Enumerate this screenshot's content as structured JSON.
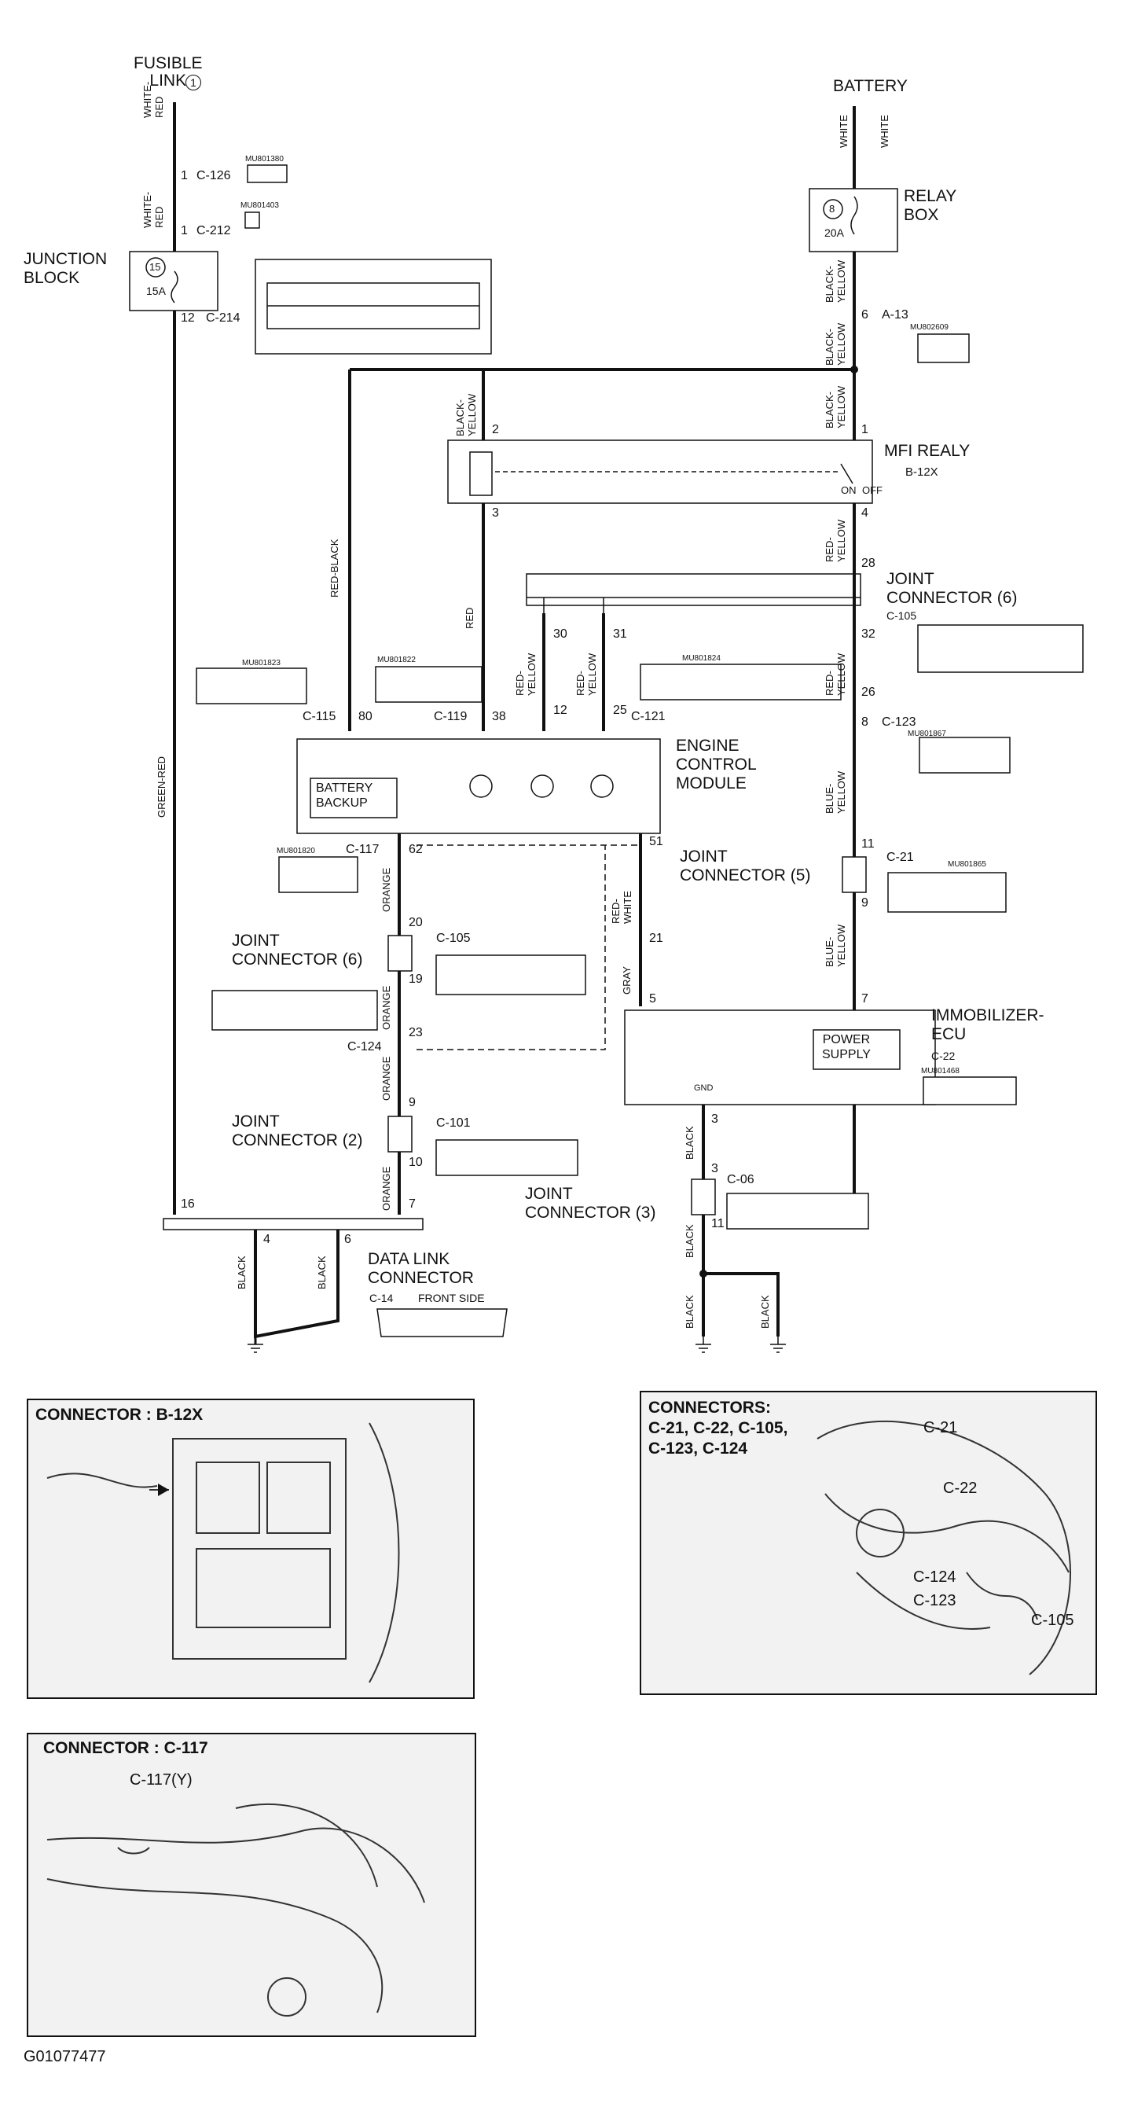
{
  "figure_id": "G01077477",
  "top_labels": {
    "fusible_link": "FUSIBLE\nLINK",
    "fusible_link_num": "1",
    "battery": "BATTERY",
    "relay_box": "RELAY\nBOX",
    "relay_fuse_num": "8",
    "relay_fuse_amp": "20A",
    "junction_block": "JUNCTION\nBLOCK",
    "jb_fuse_num": "15",
    "jb_fuse_amp": "15A",
    "mfi_relay": "MFI REALY",
    "mfi_relay_conn": "B-12X",
    "on": "ON",
    "off": "OFF",
    "ecm": "ENGINE\nCONTROL\nMODULE",
    "battery_backup": "BATTERY\nBACKUP",
    "jc6_top": "JOINT\nCONNECTOR (6)",
    "jc6_top_conn": "C-105",
    "jc5": "JOINT\nCONNECTOR (5)",
    "jc6_left": "JOINT\nCONNECTOR (6)",
    "jc2": "JOINT\nCONNECTOR (2)",
    "jc3": "JOINT\nCONNECTOR (3)",
    "immobilizer": "IMMOBILIZER-\nECU",
    "immobilizer_conn": "C-22",
    "power_supply": "POWER\nSUPPLY",
    "gnd": "GND",
    "dlc": "DATA LINK\nCONNECTOR",
    "dlc_conn": "C-14",
    "front_side": "FRONT SIDE"
  },
  "wire_colors": {
    "white_red": "WHITE-\nRED",
    "white": "WHITE",
    "black_yellow": "BLACK-\nYELLOW",
    "red_black": "RED-BLACK",
    "red": "RED",
    "red_yellow": "RED-\nYELLOW",
    "green_red": "GREEN-RED",
    "orange": "ORANGE",
    "red_white": "RED-\nWHITE",
    "gray": "GRAY",
    "blue_yellow": "BLUE-\nYELLOW",
    "black": "BLACK"
  },
  "connectors": {
    "c126": "C-126",
    "c212": "C-212",
    "c214": "C-214",
    "a13": "A-13",
    "c115": "C-115",
    "c119": "C-119",
    "c121": "C-121",
    "c123": "C-123",
    "c117": "C-117",
    "c105": "C-105",
    "c124": "C-124",
    "c101": "C-101",
    "c21": "C-21",
    "c06": "C-06"
  },
  "part_codes": {
    "mu801380": "MU801380",
    "mu801403": "MU801403",
    "mu802609": "MU802609",
    "mu801823": "MU801823",
    "mu801822": "MU801822",
    "mu801824": "MU801824",
    "mu801867": "MU801867",
    "mu801820": "MU801820",
    "mu801865": "MU801865",
    "mu801468": "MU801468"
  },
  "pins": {
    "p1a": "1",
    "p1b": "1",
    "p12": "12",
    "p6": "6",
    "p2": "2",
    "p1r": "1",
    "p3": "3",
    "p4": "4",
    "p28": "28",
    "p30": "30",
    "p31": "31",
    "p32": "32",
    "p12b": "12",
    "p25": "25",
    "p26": "26",
    "p80": "80",
    "p38": "38",
    "p8": "8",
    "p62": "62",
    "p51": "51",
    "p11": "11",
    "p20": "20",
    "p21": "21",
    "p9": "9",
    "p19": "19",
    "p5": "5",
    "p7": "7",
    "p23": "23",
    "p9b": "9",
    "p10": "10",
    "p16": "16",
    "p7b": "7",
    "p4b": "4",
    "p6b": "6",
    "p3b": "3",
    "p3c": "3",
    "p11b": "11"
  },
  "location_panels": {
    "b12x_title": "CONNECTOR : B-12X",
    "c117_title": "CONNECTOR : C-117",
    "c117_callout": "C-117(Y)",
    "multi_title": "CONNECTORS:\nC-21, C-22, C-105,\nC-123, C-124",
    "callout_c21": "C-21",
    "callout_c22": "C-22",
    "callout_c124": "C-124",
    "callout_c123": "C-123",
    "callout_c105": "C-105"
  }
}
